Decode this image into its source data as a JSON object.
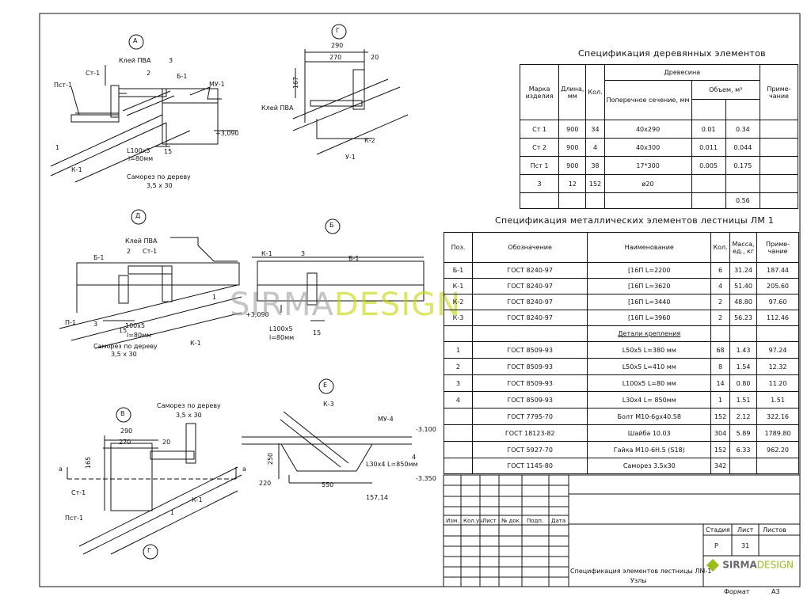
{
  "views": {
    "A": "А",
    "G_top": "Г",
    "D": "Д",
    "B": "Б",
    "V": "В",
    "E": "Е",
    "G_bottom": "Г"
  },
  "labels_a": {
    "glue": "Клей ПВА",
    "ct1": "Ст-1",
    "pst1": "Пст-1",
    "n2": "2",
    "n3": "3",
    "n1": "1",
    "b1": "Б-1",
    "mu1": "МУ-1",
    "level": "+3,090",
    "angle": "L100x5",
    "len": "l=80мм",
    "n15": "15",
    "screw": "Саморез по дереву",
    "screw_size": "3,5 х 30",
    "k1": "К-1"
  },
  "labels_g": {
    "d290": "290",
    "d270": "270",
    "d20": "20",
    "d167": "167",
    "glue": "Клей ПВА",
    "k2": "К-2",
    "u1": "У-1"
  },
  "labels_d": {
    "glue": "Клей ПВА",
    "b1": "Б-1",
    "n2": "2",
    "ct1": "Ст-1",
    "n1": "1",
    "p1": "П-1",
    "n3": "3",
    "angle": "100х5",
    "len": "l=80мм",
    "n15": "15",
    "screw": "Саморез по дереву",
    "screw_size": "3,5 х 30",
    "k1": "К-1"
  },
  "labels_b": {
    "k1": "К-1",
    "n3": "3",
    "b1": "Б-1",
    "level": "+3,090",
    "angle": "L100х5",
    "len": "l=80мм",
    "n15": "15"
  },
  "labels_v": {
    "screw": "Саморез по дереву",
    "screw_size": "3,5 х 30",
    "d290": "290",
    "d270": "270",
    "d20": "20",
    "d165": "165",
    "a": "а",
    "a2": "а",
    "ct1": "Ст-1",
    "n1": "1",
    "k1": "К-1",
    "pst1": "Пст-1"
  },
  "labels_e": {
    "k3": "К-3",
    "mu4": "МУ-4",
    "lvl1": "-3.100",
    "n4": "4",
    "angle": "L30х4 L=850мм",
    "lvl2": "-3.350",
    "d250": "250",
    "d220": "220",
    "d550": "550",
    "d157": "157,14"
  },
  "wood_spec": {
    "title": "Спецификация деревянных элементов",
    "headers": {
      "mark": "Марка изделия",
      "length": "Длина, мм",
      "qty": "Кол.",
      "wood": "Древесина",
      "section": "Поперечное сечение, мм",
      "volume": "Объем, м³",
      "note": "Приме- чание"
    },
    "rows": [
      [
        "Ст 1",
        "900",
        "34",
        "40х290",
        "0.01",
        "0.34"
      ],
      [
        "Ст 2",
        "900",
        "4",
        "40х300",
        "0.011",
        "0.044"
      ],
      [
        "Пст 1",
        "900",
        "38",
        "17*300",
        "0.005",
        "0.175"
      ],
      [
        "3",
        "12",
        "152",
        "ø20",
        "",
        ""
      ],
      [
        "",
        "",
        "",
        "",
        "",
        "0.56"
      ]
    ]
  },
  "metal_spec": {
    "title": "Спецификация металлических элементов лестницы ЛМ 1",
    "headers": {
      "pos": "Поз.",
      "designation": "Обозначение",
      "name": "Наименование",
      "qty": "Кол.",
      "mass": "Масса, ед., кг",
      "note": "Приме- чание"
    },
    "rows": [
      [
        "Б-1",
        "ГОСТ 8240-97",
        "[16П L=2200",
        "6",
        "31.24",
        "187.44"
      ],
      [
        "К-1",
        "ГОСТ 8240-97",
        "[16П L=3620",
        "4",
        "51.40",
        "205.60"
      ],
      [
        "К-2",
        "ГОСТ 8240-97",
        "[16П L=3440",
        "2",
        "48.80",
        "97.60"
      ],
      [
        "К-3",
        "ГОСТ 8240-97",
        "[16П L=3960",
        "2",
        "56.23",
        "112.46"
      ],
      [
        "",
        "",
        "Детали крепления",
        "",
        "",
        ""
      ],
      [
        "1",
        "ГОСТ 8509-93",
        "L50х5 L=380 мм",
        "68",
        "1.43",
        "97.24"
      ],
      [
        "2",
        "ГОСТ 8509-93",
        "L50х5 L=410 мм",
        "8",
        "1.54",
        "12.32"
      ],
      [
        "3",
        "ГОСТ 8509-93",
        "L100х5 L=80 мм",
        "14",
        "0.80",
        "11.20"
      ],
      [
        "4",
        "ГОСТ 8509-93",
        "L30х4 L= 850мм",
        "1",
        "1.51",
        "1.51"
      ],
      [
        "",
        "ГОСТ 7795-70",
        "Болт М10-6gх40.58",
        "152",
        "2.12",
        "322.16"
      ],
      [
        "",
        "ГОСТ 18123-82",
        "Шайба 10.03",
        "304",
        "5.89",
        "1789.80"
      ],
      [
        "",
        "ГОСТ 5927-70",
        "Гайка М10-6Н.5 (S18)",
        "152",
        "6.33",
        "962.20"
      ],
      [
        "",
        "ГОСТ 1145-80",
        "Саморез 3.5х30",
        "342",
        "",
        ""
      ]
    ]
  },
  "title_block": {
    "cols": [
      "Изм.",
      "Кол.уч.",
      "Лист",
      "№ док.",
      "Подп.",
      "Дата"
    ],
    "stage_label": "Стадия",
    "sheet_label": "Лист",
    "sheets_label": "Листов",
    "stage": "Р",
    "sheet": "31",
    "description_1": "Спецификация элементов лестницы ЛМ-1",
    "description_2": "Узлы",
    "format_label": "Формат",
    "format": "А3"
  },
  "brand": {
    "name_1": "SIRMA",
    "name_2": "DESIGN"
  },
  "colors": {
    "line": "#111111",
    "brand_green": "#9abe1c",
    "watermark_gray": "#9a9a9a"
  }
}
